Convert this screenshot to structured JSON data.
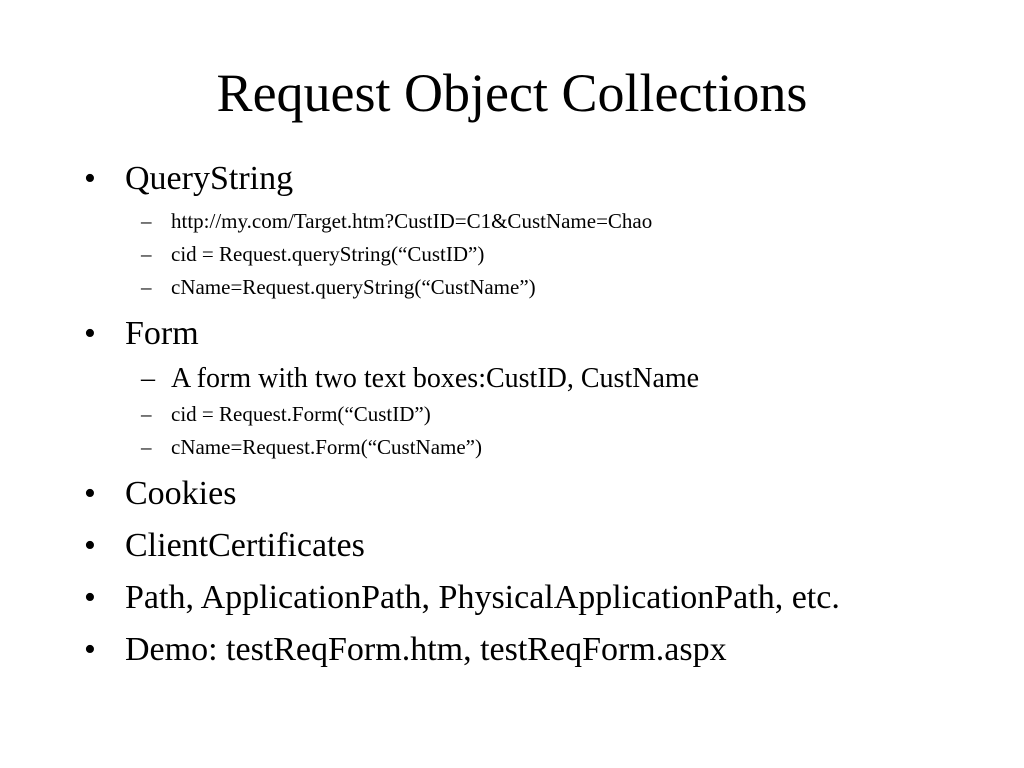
{
  "slide": {
    "title": "Request Object Collections",
    "bullet_char": "•",
    "dash_char": "–",
    "items": [
      {
        "text": "QueryString",
        "subitems": [
          "http://my.com/Target.htm?CustID=C1&CustName=Chao",
          "cid = Request.queryString(“CustID”)",
          "cName=Request.queryString(“CustName”)"
        ]
      },
      {
        "text": "Form",
        "subitems": [
          "A form with two text boxes:CustID, CustName",
          "cid = Request.Form(“CustID”)",
          "cName=Request.Form(“CustName”)"
        ]
      },
      {
        "text": "Cookies"
      },
      {
        "text": "ClientCertificates"
      },
      {
        "text": "Path, ApplicationPath, PhysicalApplicationPath, etc."
      },
      {
        "text": "Demo: testReqForm.htm, testReqForm.aspx"
      }
    ]
  }
}
